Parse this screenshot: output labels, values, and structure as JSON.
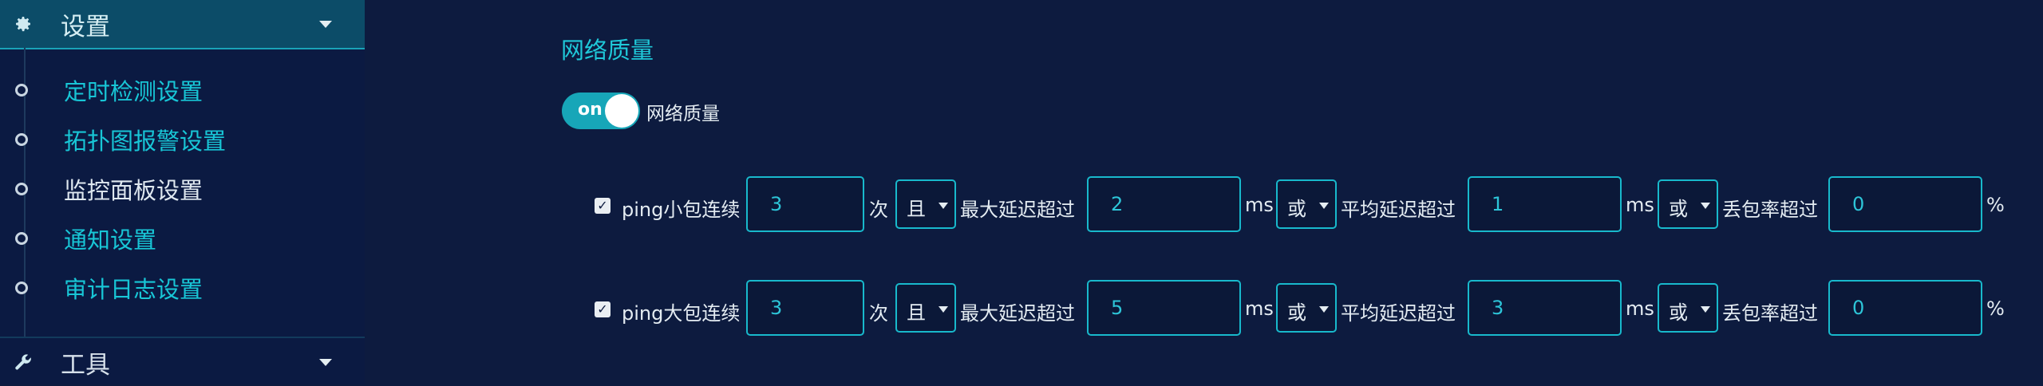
{
  "sidebar": {
    "settings": {
      "label": "设置",
      "icon": "gear-icon"
    },
    "sub_items": [
      {
        "label": "定时检测设置"
      },
      {
        "label": "拓扑图报警设置"
      },
      {
        "label": "监控面板设置"
      },
      {
        "label": "通知设置"
      },
      {
        "label": "审计日志设置"
      }
    ],
    "tools": {
      "label": "工具",
      "icon": "wrench-icon"
    }
  },
  "main": {
    "section_title": "网络质量",
    "toggle": {
      "state_text": "on",
      "label": "网络质量"
    },
    "rows": [
      {
        "checked": true,
        "label": "ping小包连续",
        "count": "3",
        "times_unit": "次",
        "logic1": "且",
        "max_delay_label": "最大延迟超过",
        "max_delay": "2",
        "ms1": "ms",
        "logic2": "或",
        "avg_delay_label": "平均延迟超过",
        "avg_delay": "1",
        "ms2": "ms",
        "logic3": "或",
        "loss_label": "丢包率超过",
        "loss": "0",
        "percent": "%"
      },
      {
        "checked": true,
        "label": "ping大包连续",
        "count": "3",
        "times_unit": "次",
        "logic1": "且",
        "max_delay_label": "最大延迟超过",
        "max_delay": "5",
        "ms1": "ms",
        "logic2": "或",
        "avg_delay_label": "平均延迟超过",
        "avg_delay": "3",
        "ms2": "ms",
        "logic3": "或",
        "loss_label": "丢包率超过",
        "loss": "0",
        "percent": "%"
      }
    ]
  },
  "colors": {
    "background": "#0d1b3f",
    "accent": "#18b9cc",
    "active_menu": "#0c4c68"
  }
}
